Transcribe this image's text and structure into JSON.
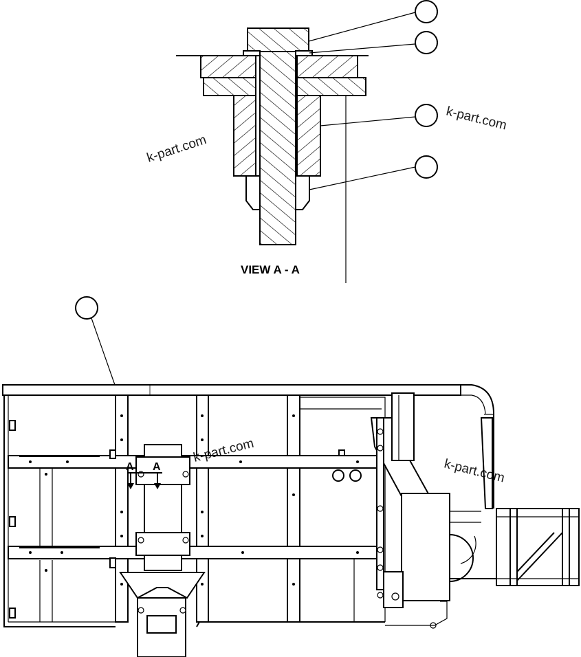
{
  "view_label": "VIEW A - A",
  "section_marks": [
    "A",
    "A"
  ],
  "watermarks": [
    "k-part.com",
    "k-part.com",
    "k-part.com",
    "k-part.com"
  ]
}
